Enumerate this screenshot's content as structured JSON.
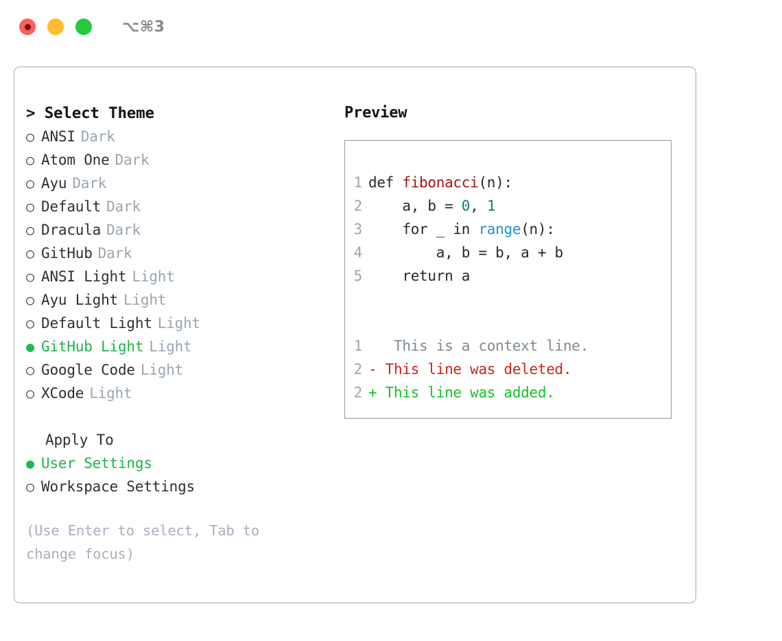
{
  "titlebar": {
    "traffic_lights": [
      "close-red",
      "minimize-yellow",
      "zoom-green"
    ],
    "shortcut": "⌥⌘3"
  },
  "theme_list": {
    "header": "> Select Theme",
    "items": [
      {
        "bullet": "○",
        "name": "ANSI",
        "kind": "Dark",
        "selected": false
      },
      {
        "bullet": "○",
        "name": "Atom One",
        "kind": "Dark",
        "selected": false
      },
      {
        "bullet": "○",
        "name": "Ayu",
        "kind": "Dark",
        "selected": false
      },
      {
        "bullet": "○",
        "name": "Default",
        "kind": "Dark",
        "selected": false
      },
      {
        "bullet": "○",
        "name": "Dracula",
        "kind": "Dark",
        "selected": false
      },
      {
        "bullet": "○",
        "name": "GitHub",
        "kind": "Dark",
        "selected": false
      },
      {
        "bullet": "○",
        "name": "ANSI Light",
        "kind": "Light",
        "selected": false
      },
      {
        "bullet": "○",
        "name": "Ayu Light",
        "kind": "Light",
        "selected": false
      },
      {
        "bullet": "○",
        "name": "Default Light",
        "kind": "Light",
        "selected": false
      },
      {
        "bullet": "●",
        "name": "GitHub Light",
        "kind": "Light",
        "selected": true
      },
      {
        "bullet": "○",
        "name": "Google Code",
        "kind": "Light",
        "selected": false
      },
      {
        "bullet": "○",
        "name": "XCode",
        "kind": "Light",
        "selected": false
      }
    ]
  },
  "apply_to": {
    "header": "Apply To",
    "options": [
      {
        "bullet": "●",
        "label": "User Settings",
        "selected": true
      },
      {
        "bullet": "○",
        "label": "Workspace Settings",
        "selected": false
      }
    ]
  },
  "hint": "(Use Enter to select, Tab to change focus)",
  "preview": {
    "title": "Preview",
    "code_lines": [
      {
        "no": "1",
        "tokens": [
          {
            "t": "def ",
            "c": "kw"
          },
          {
            "t": "fibonacci",
            "c": "fn"
          },
          {
            "t": "(n):",
            "c": "plain"
          }
        ]
      },
      {
        "no": "2",
        "tokens": [
          {
            "t": "    a, b = ",
            "c": "plain"
          },
          {
            "t": "0",
            "c": "num"
          },
          {
            "t": ", ",
            "c": "plain"
          },
          {
            "t": "1",
            "c": "num"
          }
        ]
      },
      {
        "no": "3",
        "tokens": [
          {
            "t": "    for _ in ",
            "c": "kw"
          },
          {
            "t": "range",
            "c": "call"
          },
          {
            "t": "(n):",
            "c": "plain"
          }
        ]
      },
      {
        "no": "4",
        "tokens": [
          {
            "t": "        a, b = b, a + b",
            "c": "plain"
          }
        ]
      },
      {
        "no": "5",
        "tokens": [
          {
            "t": "    return a",
            "c": "kw"
          }
        ]
      }
    ],
    "diff_lines": [
      {
        "no": "1",
        "marker": " ",
        "text": "  This is a context line.",
        "kind": "ctx"
      },
      {
        "no": "2",
        "marker": "-",
        "text": " This line was deleted.",
        "kind": "del"
      },
      {
        "no": "2",
        "marker": "+",
        "text": " This line was added.",
        "kind": "add"
      }
    ]
  },
  "colors": {
    "accent_green": "#22b14c",
    "diff_add": "#15c123",
    "diff_del": "#cc2418",
    "muted": "#9aa5b1",
    "function": "#a31515",
    "number": "#0b7c7c",
    "builtin": "#1f8fd0",
    "border": "#a3adbb"
  }
}
